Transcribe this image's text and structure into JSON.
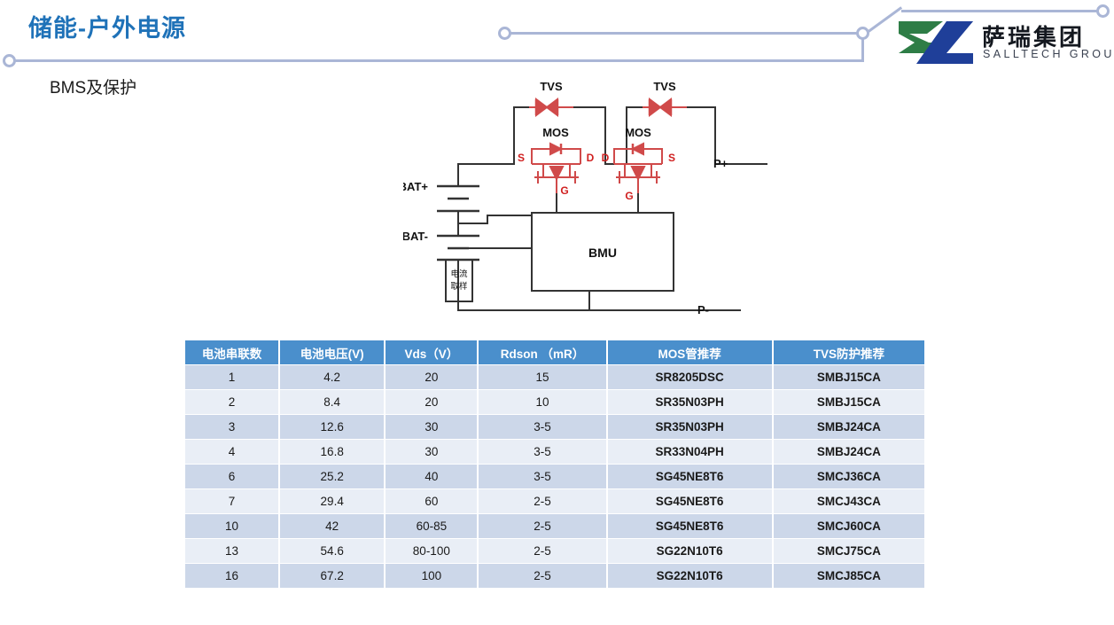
{
  "header": {
    "title": "储能-户外电源",
    "subtitle": "BMS及保护"
  },
  "logo": {
    "cn_name": "萨瑞集团",
    "en_name": "SALLTECH GROUP",
    "green": "#2e7d46",
    "blue": "#1f3f99"
  },
  "colors": {
    "title_blue": "#1f72b8",
    "deco_line": "#aab6d6",
    "table_header": "#4a8fcc",
    "row_odd": "#ccd7e9",
    "row_even": "#e9eef6",
    "part_red": "#e8000d",
    "circuit_red": "#d04a4a",
    "circuit_black": "#333333"
  },
  "circuit": {
    "labels": {
      "tvs_left": "TVS",
      "tvs_right": "TVS",
      "mos_left": "MOS",
      "mos_right": "MOS",
      "mos_left_s": "S",
      "mos_left_d": "D",
      "mos_left_g": "G",
      "mos_right_d": "D",
      "mos_right_s": "S",
      "mos_right_g": "G",
      "bat_plus": "BAT+",
      "bat_minus": "BAT-",
      "p_plus": "P+",
      "p_minus": "P-",
      "bmu": "BMU",
      "shunt_line1": "电流",
      "shunt_line2": "取样"
    }
  },
  "table": {
    "columns": [
      "电池串联数",
      "电池电压(V)",
      "Vds（V）",
      "Rdson （mR）",
      "MOS管推荐",
      "TVS防护推荐"
    ],
    "rows": [
      {
        "cells": [
          "1",
          "4.2",
          "20",
          "15",
          "SR8205DSC",
          "SMBJ15CA"
        ]
      },
      {
        "cells": [
          "2",
          "8.4",
          "20",
          "10",
          "SR35N03PH",
          "SMBJ15CA"
        ]
      },
      {
        "cells": [
          "3",
          "12.6",
          "30",
          "3-5",
          "SR35N03PH",
          "SMBJ24CA"
        ]
      },
      {
        "cells": [
          "4",
          "16.8",
          "30",
          "3-5",
          "SR33N04PH",
          "SMBJ24CA"
        ]
      },
      {
        "cells": [
          "6",
          "25.2",
          "40",
          "3-5",
          "SG45NE8T6",
          "SMCJ36CA"
        ]
      },
      {
        "cells": [
          "7",
          "29.4",
          "60",
          "2-5",
          "SG45NE8T6",
          "SMCJ43CA"
        ]
      },
      {
        "cells": [
          "10",
          "42",
          "60-85",
          "2-5",
          "SG45NE8T6",
          "SMCJ60CA"
        ]
      },
      {
        "cells": [
          "13",
          "54.6",
          "80-100",
          "2-5",
          "SG22N10T6",
          "SMCJ75CA"
        ]
      },
      {
        "cells": [
          "16",
          "67.2",
          "100",
          "2-5",
          "SG22N10T6",
          "SMCJ85CA"
        ]
      }
    ]
  }
}
